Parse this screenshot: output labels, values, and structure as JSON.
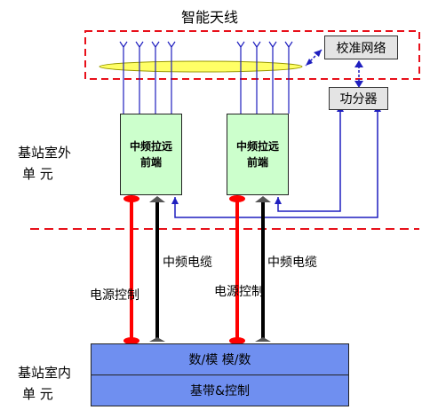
{
  "labels": {
    "smart_antenna": "智能天线",
    "calibration_network": "校准网络",
    "power_splitter": "功分器",
    "outdoor_unit": [
      "基站室外",
      "单 元"
    ],
    "indoor_unit": [
      "基站室内",
      "单 元"
    ],
    "if_front_end_left": [
      "中频拉远",
      "前端"
    ],
    "if_front_end_right": [
      "中频拉远",
      "前端"
    ],
    "if_cable_left": "中频电缆",
    "if_cable_right": "中频电缆",
    "power_control_left": "电源控制",
    "power_control_right": "电源控制",
    "da_ad": "数/模 模/数",
    "baseband_control": "基带&控制"
  },
  "colors": {
    "antenna_region_border": "#e8101a",
    "divider": "#e8101a",
    "front_end_fill": "#ccffcc",
    "cal_box_fill": "#e4e4e4",
    "indoor_fill": "#6f8ff0",
    "antenna_ellipse": "#ffff66",
    "feed_lines": "#1f1fbf",
    "power_line": "#ff0000",
    "cable_line": "#000000"
  }
}
